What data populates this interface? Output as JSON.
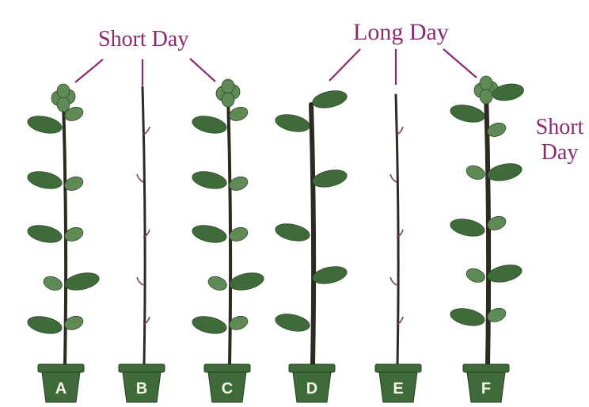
{
  "captions": {
    "short_day": "Short Day",
    "long_day": "Long Day",
    "side_short_day_line1": "Short",
    "side_short_day_line2": "Day"
  },
  "plants": [
    {
      "label": "A",
      "leafy": true,
      "flowering": true
    },
    {
      "label": "B",
      "leafy": false,
      "flowering": false
    },
    {
      "label": "C",
      "leafy": true,
      "flowering": true
    },
    {
      "label": "D",
      "leafy": true,
      "flowering": false
    },
    {
      "label": "E",
      "leafy": false,
      "flowering": false
    },
    {
      "label": "F",
      "leafy": true,
      "flowering": true
    }
  ],
  "colors": {
    "stem": "#2d2a22",
    "leaf": "#3f6a3a",
    "leaf_light": "#5f8a55",
    "pot": "#3f6a3a",
    "caption": "#8a2a6e",
    "pointer": "#8a2a6e"
  }
}
